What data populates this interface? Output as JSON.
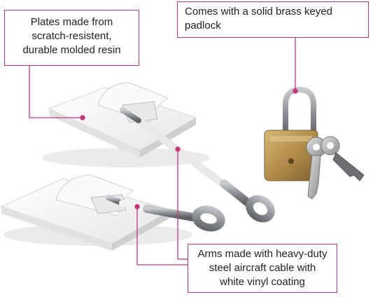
{
  "callouts": {
    "plates": {
      "lines": [
        "Plates made from",
        "scratch-resistent,",
        "durable molded resin"
      ]
    },
    "padlock": {
      "lines": [
        "Comes with a solid brass keyed",
        "padlock"
      ]
    },
    "arms": {
      "lines": [
        "Arms made with heavy-duty",
        "steel aircraft cable with",
        "white vinyl coating"
      ]
    }
  },
  "colors": {
    "callout_border": "#c8357a",
    "leader_line": "#c8357a",
    "plate": "#f4f4f4",
    "brass": "#b89454",
    "steel": "#8a8d91"
  }
}
